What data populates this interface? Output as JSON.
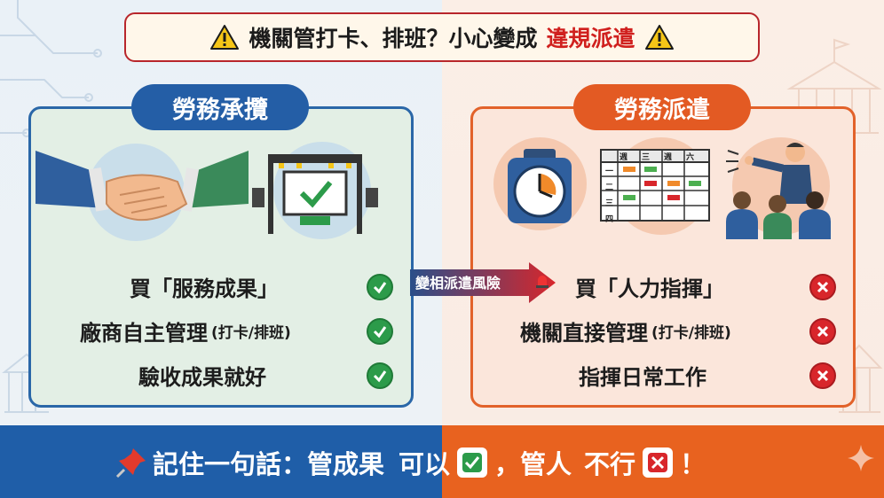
{
  "title": {
    "main": "機關管打卡、排班？小心變成",
    "highlight": "違規派遣"
  },
  "left_panel": {
    "header": "勞務承攬",
    "items": [
      {
        "text": "買「服務成果」",
        "note": ""
      },
      {
        "text": "廠商自主管理",
        "note": "(打卡/排班)"
      },
      {
        "text": "驗收成果就好",
        "note": ""
      }
    ]
  },
  "right_panel": {
    "header": "勞務派遣",
    "items": [
      {
        "text": "買「人力指揮」",
        "note": ""
      },
      {
        "text": "機關直接管理",
        "note": "(打卡/排班)"
      },
      {
        "text": "指揮日常工作",
        "note": ""
      }
    ],
    "schedule_headers": [
      "週",
      "三",
      "週",
      "六"
    ],
    "schedule_rows": [
      "一",
      "二",
      "三",
      "四"
    ]
  },
  "arrow": {
    "label": "變相派遣風險"
  },
  "bottom": {
    "part1": "記住一句話：管成果",
    "part2": "可以",
    "part3": "，管人",
    "part4": "不行",
    "part5": "！"
  },
  "colors": {
    "blue": "#245ea6",
    "orange": "#e35a23",
    "green": "#2c9b4a",
    "red": "#d8262b"
  }
}
